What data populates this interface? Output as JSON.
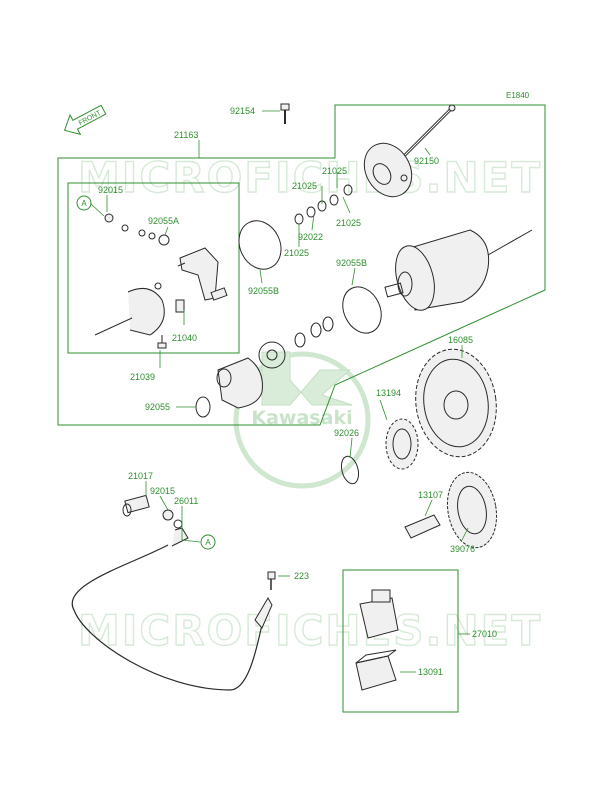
{
  "diagram_ref": "E1840",
  "front_arrow_text": "FRONT",
  "watermark_text": "MICROFICHES.NET",
  "logo_text": "Kawasaki",
  "callout_a": "A",
  "labels": {
    "p92154": "92154",
    "p21163": "21163",
    "p92150": "92150",
    "p21025a": "21025",
    "p21025b": "21025",
    "p21025c": "21025",
    "p21025d": "21025",
    "p92022": "92022",
    "p92015a": "92015",
    "p92055a": "92055A",
    "p92055b_left": "92055B",
    "p92055b_right": "92055B",
    "p21040": "21040",
    "p21039": "21039",
    "p92055": "92055",
    "p16085": "16085",
    "p13194": "13194",
    "p92026": "92026",
    "p21017": "21017",
    "p92015b": "92015",
    "p26011": "26011",
    "p13107": "13107",
    "p39076": "39076",
    "p223": "223",
    "p27010": "27010",
    "p13091": "13091"
  }
}
